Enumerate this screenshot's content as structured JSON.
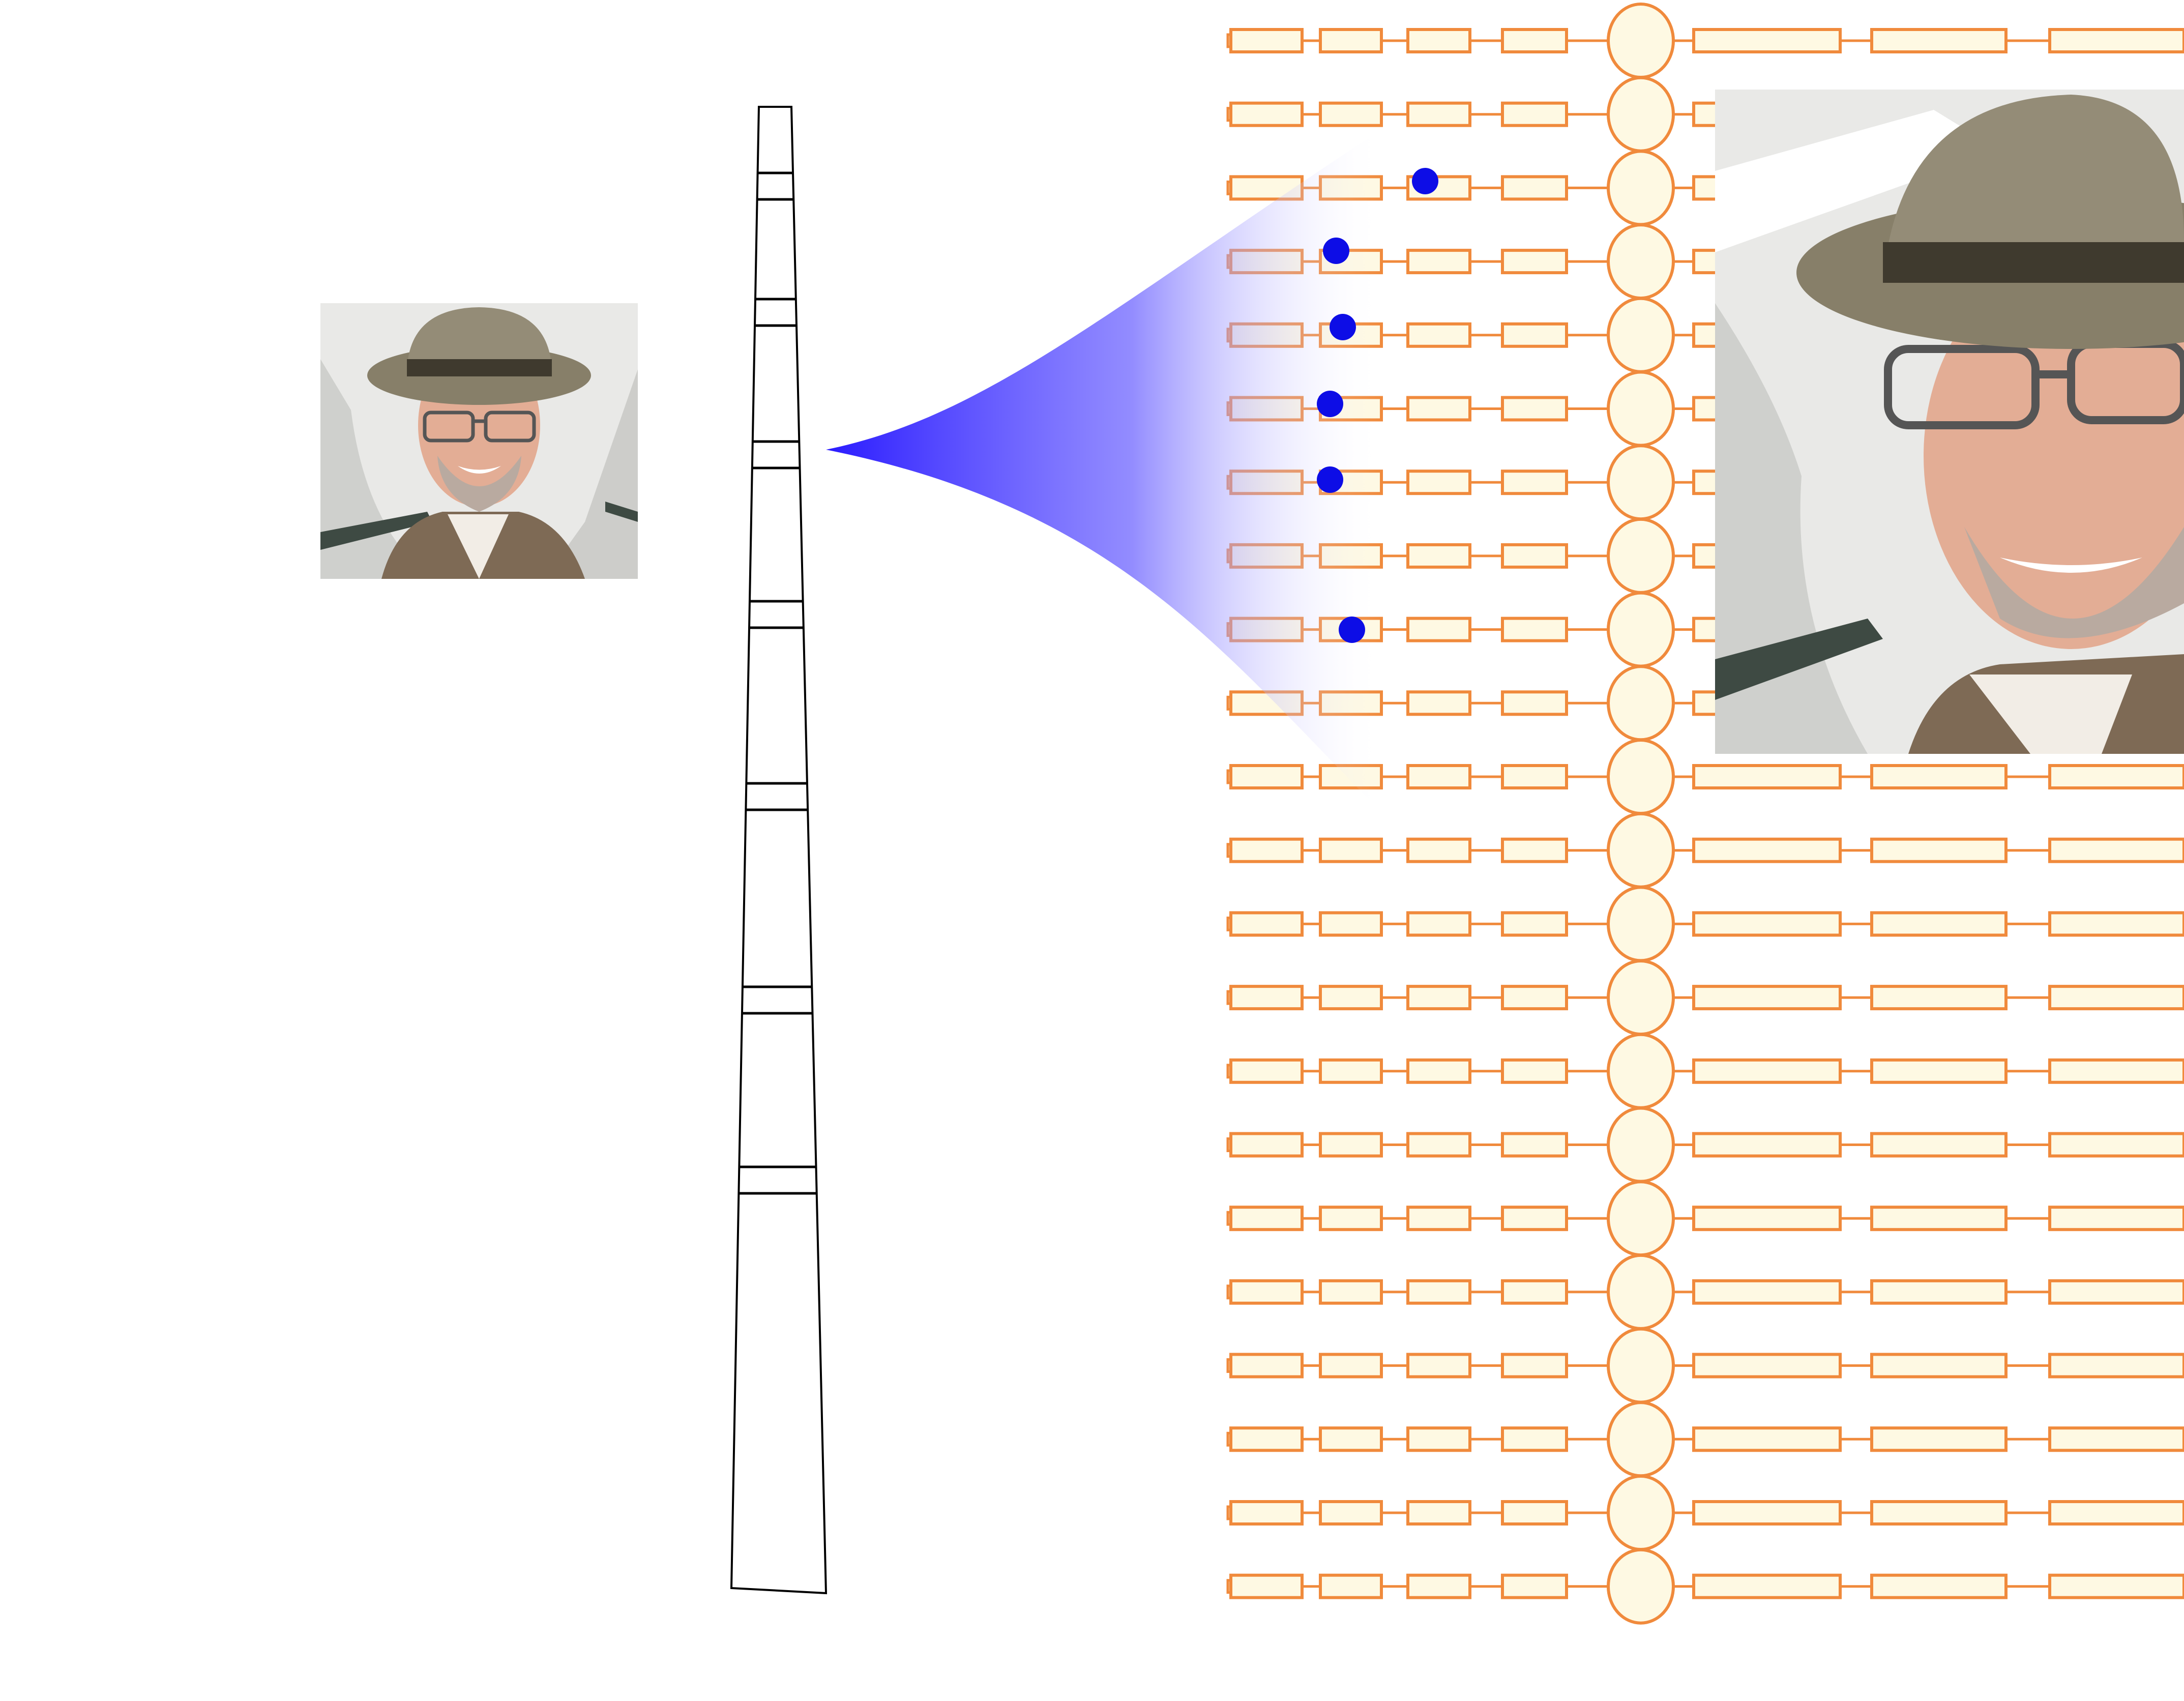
{
  "diagram": {
    "colors": {
      "background": "#ffffff",
      "segment_stroke": "#f08a3c",
      "segment_fill": "#fef9e3",
      "funnel_start": "#2a1bff",
      "funnel_end": "#ffffff",
      "marker": "#0d0de6",
      "column_stroke": "#000000"
    },
    "portrait_icon": "portrait-photo",
    "column": {
      "tick_count": 7
    },
    "grid": {
      "row_count": 22,
      "highlighted_rows": [
        2,
        3,
        4,
        5,
        6,
        8
      ]
    }
  }
}
